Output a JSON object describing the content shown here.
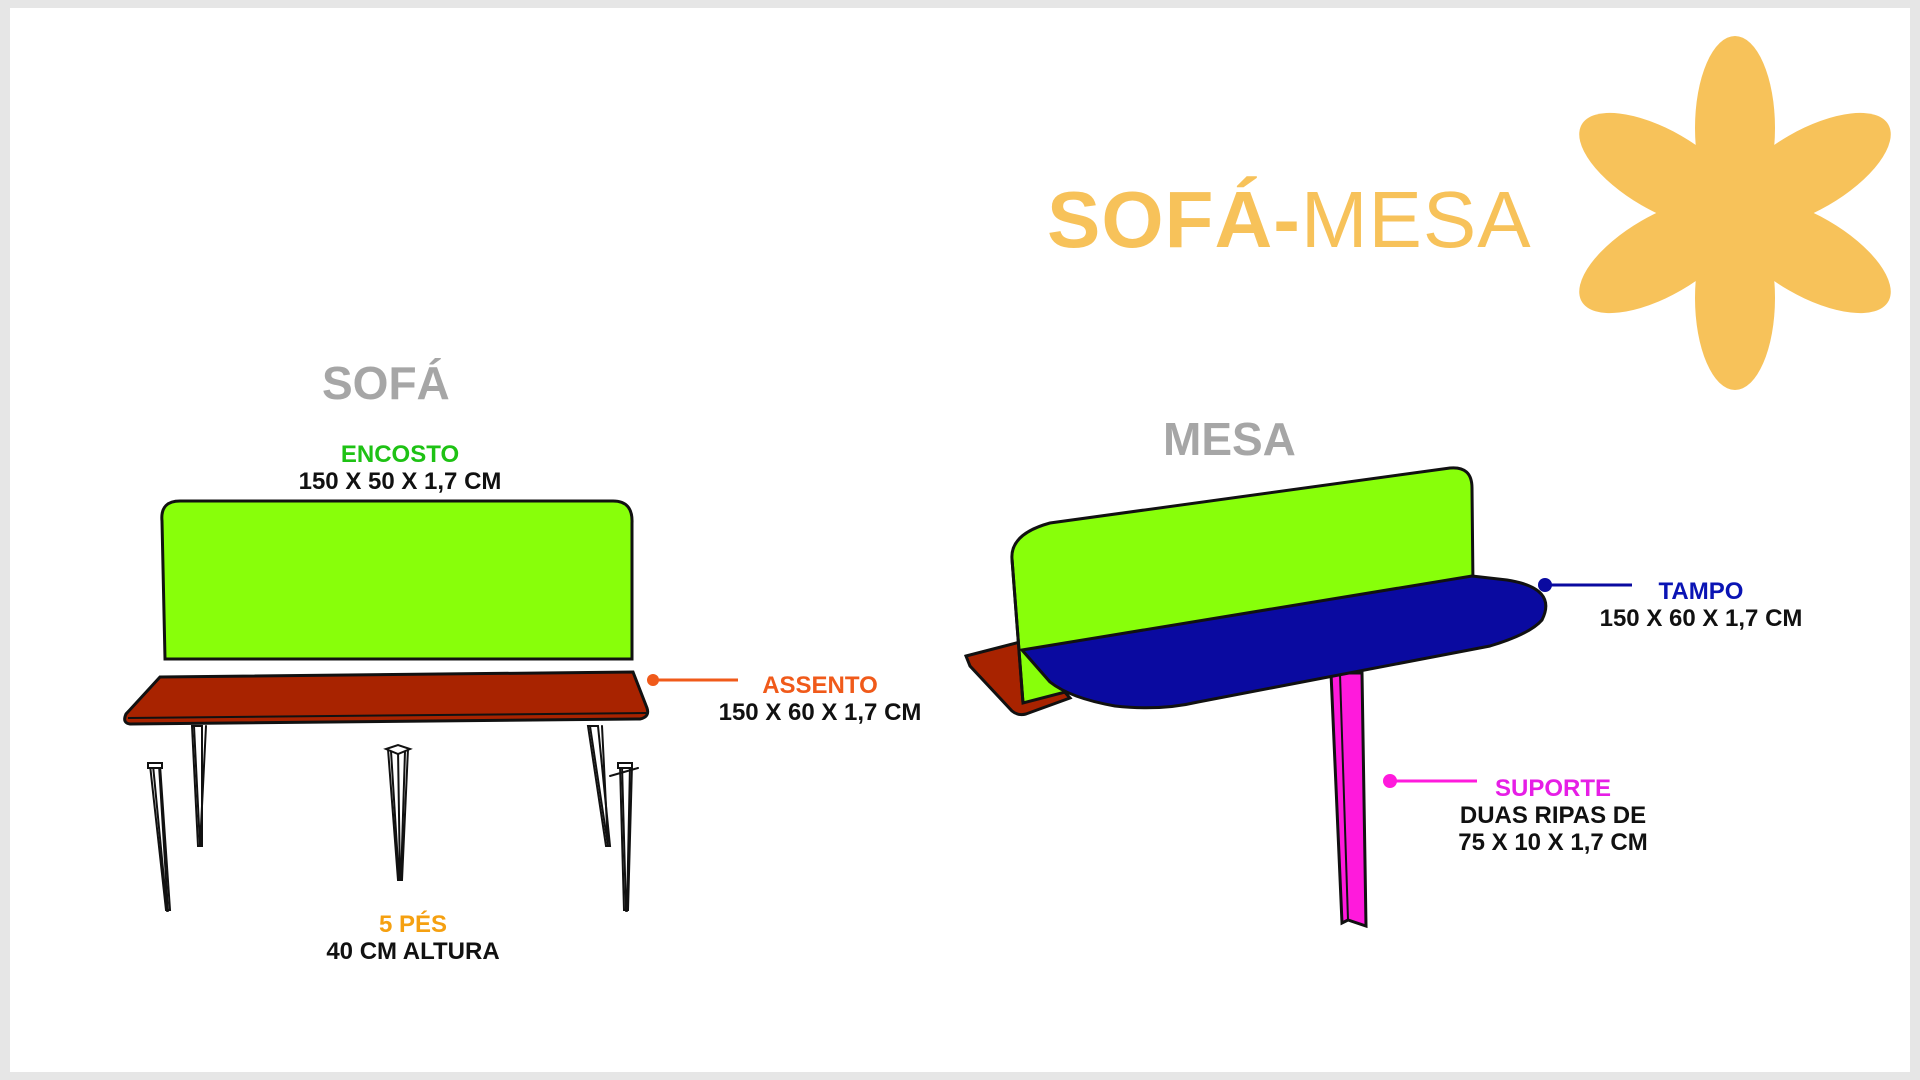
{
  "title": {
    "bold": "SOFÁ-",
    "light": "MESA"
  },
  "sofa": {
    "heading": "SOFÁ",
    "encosto": {
      "name": "ENCOSTO",
      "dim": "150 X 50 X 1,7 CM"
    },
    "assento": {
      "name": "ASSENTO",
      "dim": "150 X 60 X 1,7 CM"
    },
    "pes": {
      "name": "5 PÉS",
      "dim": "40 CM ALTURA"
    }
  },
  "mesa": {
    "heading": "MESA",
    "tampo": {
      "name": "TAMPO",
      "dim": "150 X 60 X 1,7 CM"
    },
    "suporte": {
      "name": "SUPORTE",
      "dim1": "DUAS RIPAS DE",
      "dim2": "75 X 10 X 1,7 CM"
    }
  },
  "colors": {
    "accent": "#f7c25a",
    "encosto": "#88ff0a",
    "assento": "#a82300",
    "assento_label": "#f05a1a",
    "encosto_label": "#1ec214",
    "pes_label": "#f5a010",
    "tampo": "#0a0aa0",
    "tampo_label": "#0a14b4",
    "suporte": "#ff1adc",
    "suporte_label": "#e61ee6",
    "heading": "#a6a6a6"
  },
  "icons": {
    "decoration": "flower-icon"
  }
}
